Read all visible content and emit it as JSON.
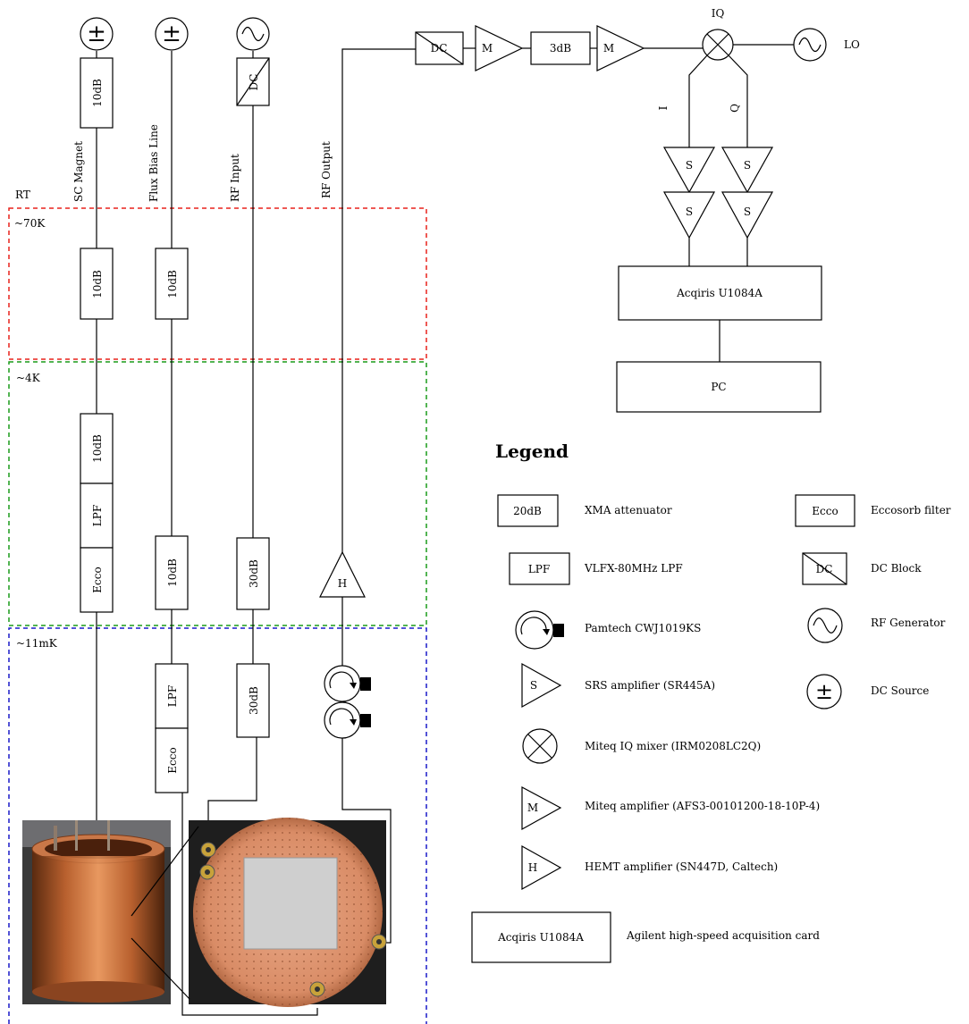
{
  "lines": {
    "sc_magnet": "SC Magnet",
    "flux_bias": "Flux Bias Line",
    "rf_input": "RF Input",
    "rf_output": "RF Output"
  },
  "stages": {
    "rt": "RT",
    "k70": "~70K",
    "k4": "~4K",
    "mk11": "~11mK"
  },
  "stage_colors": {
    "k70": "#e8221c",
    "k4": "#1a9b1a",
    "mk11": "#1a1ac8"
  },
  "components": {
    "att_10db": "10dB",
    "att_30db": "30dB",
    "att_3db": "3dB",
    "lpf": "LPF",
    "ecco": "Ecco",
    "dc": "DC",
    "hemt": "H",
    "miteq": "M",
    "srs": "S",
    "iq": "IQ",
    "lo": "LO",
    "i": "I",
    "q": "Q",
    "acqiris": "Acqiris U1084A",
    "pc": "PC",
    "dc_source_symbol": "±"
  },
  "legend": {
    "title": "Legend",
    "sample_20db": "20dB",
    "sample_lpf": "LPF",
    "sample_ecco": "Ecco",
    "sample_dc": "DC",
    "sample_s": "S",
    "sample_m": "M",
    "sample_h": "H",
    "sample_acqiris": "Acqiris U1084A",
    "items": {
      "xma": "XMA attenuator",
      "vlfx": "VLFX-80MHz LPF",
      "pamtech": "Pamtech CWJ1019KS",
      "srs": "SRS amplifier (SR445A)",
      "iq_mixer": "Miteq IQ mixer (IRM0208LC2Q)",
      "miteq_amp": "Miteq amplifier (AFS3-00101200-18-10P-4)",
      "hemt_amp": "HEMT amplifier (SN447D, Caltech)",
      "acq_card": "Agilent high-speed acquisition card",
      "eccosorb": "Eccosorb filter",
      "dc_block": "DC Block",
      "rf_gen": "RF Generator",
      "dc_source": "DC Source"
    }
  }
}
